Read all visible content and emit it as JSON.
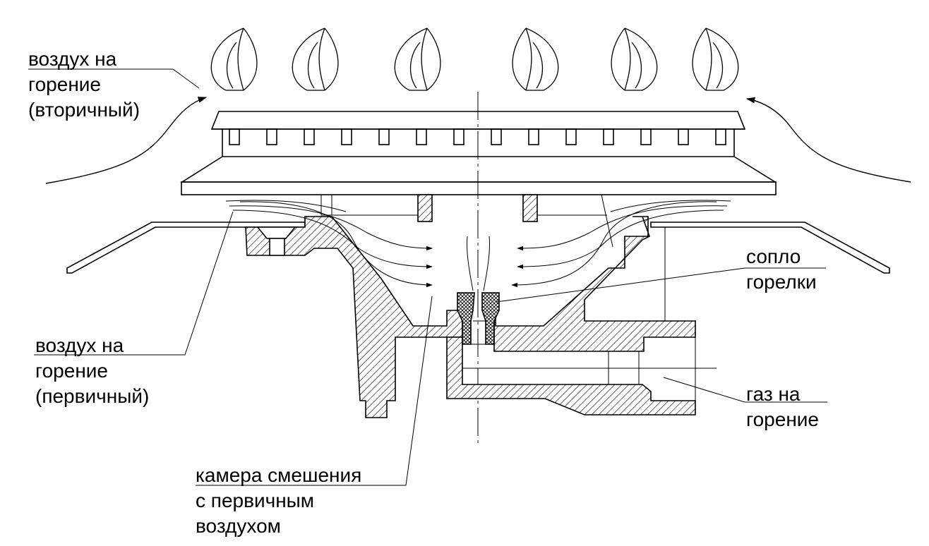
{
  "labels": {
    "secondary_air": {
      "line1": "воздух на",
      "line2": "горение",
      "line3": "(вторичный)"
    },
    "primary_air": {
      "line1": "воздух на",
      "line2": "горение",
      "line3": "(первичный)"
    },
    "nozzle": {
      "line1": "сопло",
      "line2": "горелки"
    },
    "gas": {
      "line1": "газ на",
      "line2": "горение"
    },
    "mixing_chamber": {
      "line1": "камера смешения",
      "line2": "с первичным",
      "line3": "воздухом"
    }
  }
}
